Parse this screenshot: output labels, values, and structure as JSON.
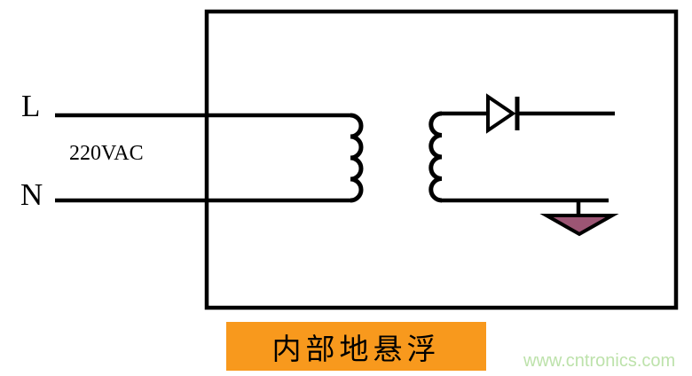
{
  "diagram": {
    "input": {
      "line_label": "L",
      "neutral_label": "N",
      "voltage_label": "220VAC"
    },
    "caption": {
      "text": "内部地悬浮"
    },
    "watermark": {
      "text": "www.cntronics.com"
    },
    "icons": {
      "transformer_primary": "coil-icon",
      "transformer_secondary": "coil-icon",
      "diode": "diode-icon",
      "ground": "floating-ground-icon"
    },
    "colors": {
      "wire": "#000000",
      "caption_bg": "#F8991D",
      "ground_fill": "#9C5574",
      "watermark_text": "#BDE2AB",
      "background": "#FFFFFF"
    }
  }
}
